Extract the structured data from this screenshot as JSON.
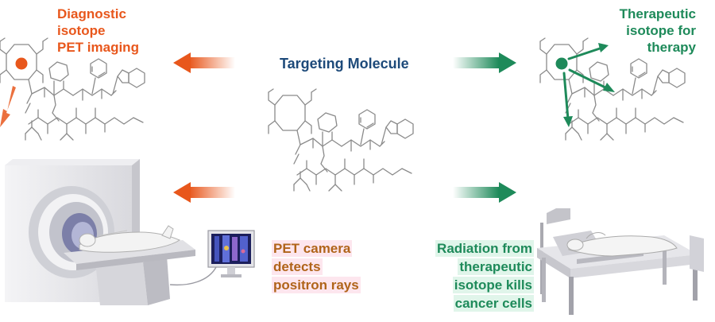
{
  "labels": {
    "diagnostic": [
      "Diagnostic",
      "isotope",
      "PET imaging"
    ],
    "therapeutic": [
      "Therapeutic",
      "isotope for",
      "therapy"
    ],
    "targeting": "Targeting Molecule",
    "pet_camera": [
      "PET camera",
      "detects",
      "positron rays"
    ],
    "radiation": [
      "Radiation from",
      "therapeutic",
      "isotope kills",
      "cancer cells"
    ]
  },
  "colors": {
    "diagnostic": "#e8571c",
    "therapeutic": "#1e8a5a",
    "targeting": "#1d4a7a",
    "pet_camera": "#b0641a",
    "pet_highlight": "#fde6ee",
    "radiation_highlight": "#e0f5ea",
    "structure": "#8a8a8a"
  },
  "icons": {
    "diagnostic_isotope": "orange-dot",
    "therapeutic_isotope": "green-dot",
    "pet_scanner": "pet-scanner-with-patient",
    "monitor": "pet-image-monitor",
    "bed": "hospital-bed-with-patient"
  }
}
